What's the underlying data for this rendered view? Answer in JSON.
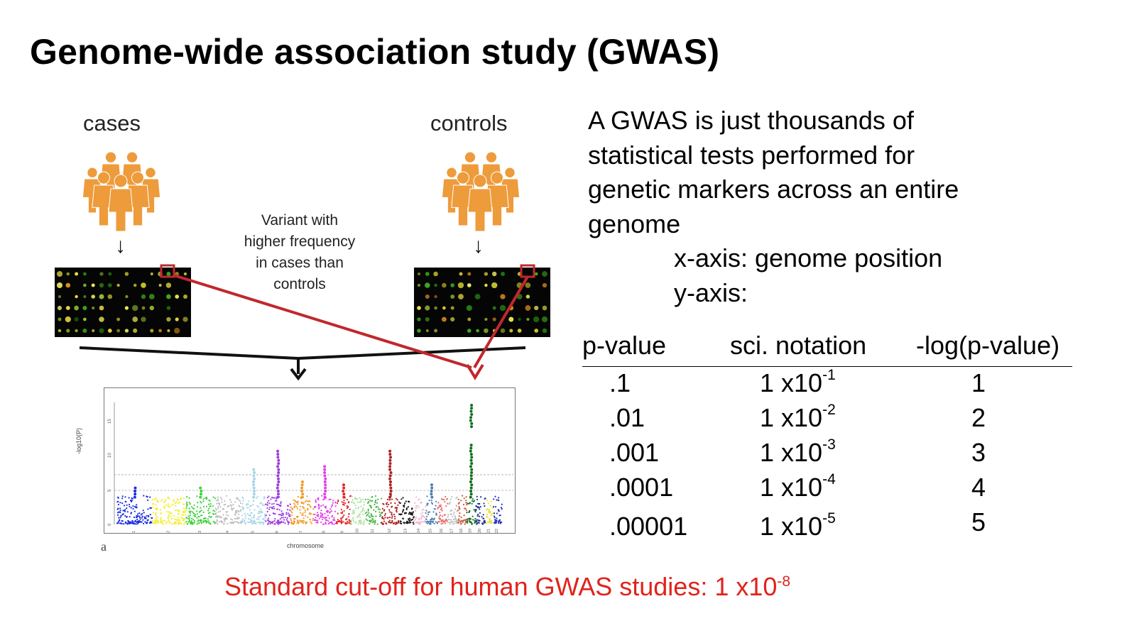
{
  "title": "Genome-wide association study (GWAS)",
  "diagram": {
    "cases_label": "cases",
    "controls_label": "controls",
    "variant_note": [
      "Variant with",
      "higher frequency",
      "in cases than",
      "controls"
    ],
    "people_color": "#ee9b3b",
    "arrow_color": "#c0282d",
    "y_axis_label": "-log10(P)",
    "x_axis_label": "chromosome",
    "panel_letter": "a",
    "y_ticks": [
      "0",
      "5",
      "10",
      "15"
    ],
    "chromosomes": [
      "1",
      "2",
      "3",
      "4",
      "5",
      "6",
      "7",
      "8",
      "9",
      "10",
      "11",
      "12",
      "13",
      "14",
      "15",
      "16",
      "17",
      "18",
      "19",
      "20",
      "21",
      "22"
    ],
    "chromosome_colors": [
      "#1a2de0",
      "#f2ee2a",
      "#3ed13a",
      "#bdbdbd",
      "#a8d4e8",
      "#9c3be0",
      "#f29b2a",
      "#e040e8",
      "#e02828",
      "#b0e0a0",
      "#48b848",
      "#b02020",
      "#111111",
      "#f2b8d0",
      "#4a7fb0",
      "#e86a6a",
      "#c0c0c0",
      "#d05030",
      "#107020",
      "#203090",
      "#e8e030",
      "#2030c0"
    ]
  },
  "description": {
    "lines": [
      "A GWAS is just thousands of",
      "statistical tests performed for",
      "genetic markers across an entire",
      "genome"
    ],
    "x_axis": "x-axis: genome position",
    "y_axis": "y-axis:"
  },
  "table": {
    "headers": [
      "p-value",
      "sci. notation",
      "-log(p-value)"
    ],
    "rows": [
      {
        "p": ".1",
        "base": "1 x10",
        "exp": "-1",
        "log": "1"
      },
      {
        "p": ".01",
        "base": "1 x10",
        "exp": "-2",
        "log": "2"
      },
      {
        "p": ".001",
        "base": "1 x10",
        "exp": "-3",
        "log": "3"
      },
      {
        "p": ".0001",
        "base": "1 x10",
        "exp": "-4",
        "log": "4"
      },
      {
        "p": ".00001",
        "base": "1 x10",
        "exp": "-5",
        "log": "5"
      }
    ]
  },
  "cutoff": {
    "text": "Standard cut-off for human GWAS studies: 1 x10",
    "exp": "-8",
    "color": "#e0231c"
  }
}
